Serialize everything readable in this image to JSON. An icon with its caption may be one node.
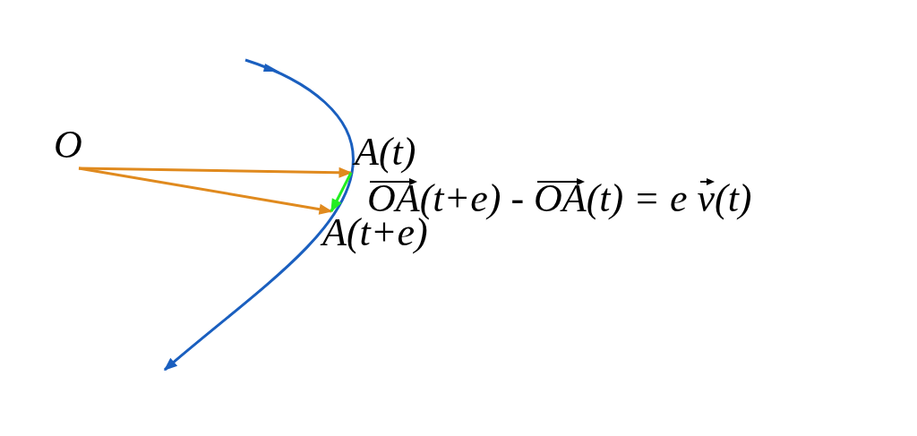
{
  "diagram": {
    "nodes": [
      {
        "text": [
          "O"
        ]
      },
      {
        "text": [
          "A(t)"
        ]
      },
      {
        "text": [
          "A(t+e)"
        ]
      }
    ],
    "edges": [
      {
        "from": 0,
        "to": 1,
        "arrow": "to",
        "color": "#e08a1e"
      },
      {
        "from": 0,
        "to": 2,
        "arrow": "to",
        "color": "#e08a1e"
      },
      {
        "from": 1,
        "to": 2,
        "arrow": "to",
        "color": "#22ee22"
      }
    ],
    "labels": [
      "OA(t+e) - OA(t) = e v(t)"
    ]
  }
}
